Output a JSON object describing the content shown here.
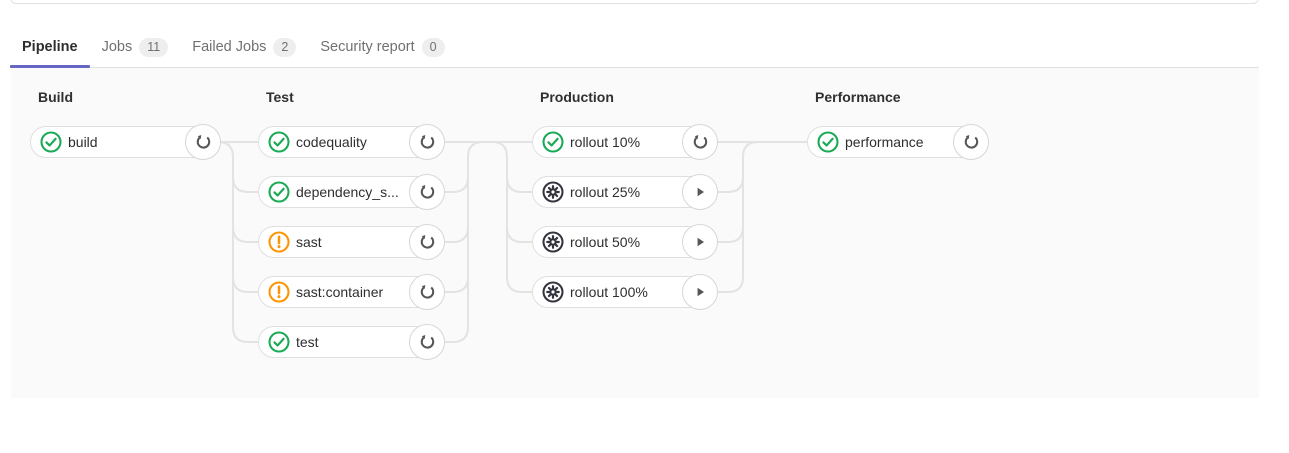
{
  "tabs": [
    {
      "label": "Pipeline",
      "badge": null,
      "active": true
    },
    {
      "label": "Jobs",
      "badge": "11",
      "active": false
    },
    {
      "label": "Failed Jobs",
      "badge": "2",
      "active": false
    },
    {
      "label": "Security report",
      "badge": "0",
      "active": false
    }
  ],
  "pipeline": {
    "stages": [
      {
        "name": "Build",
        "jobs": [
          {
            "name": "build",
            "status": "success",
            "action": "retry"
          }
        ]
      },
      {
        "name": "Test",
        "jobs": [
          {
            "name": "codequality",
            "status": "success",
            "action": "retry"
          },
          {
            "name": "dependency_s...",
            "status": "success",
            "action": "retry"
          },
          {
            "name": "sast",
            "status": "warning",
            "action": "retry"
          },
          {
            "name": "sast:container",
            "status": "warning",
            "action": "retry"
          },
          {
            "name": "test",
            "status": "success",
            "action": "retry"
          }
        ]
      },
      {
        "name": "Production",
        "jobs": [
          {
            "name": "rollout 10%",
            "status": "success",
            "action": "retry"
          },
          {
            "name": "rollout 25%",
            "status": "manual",
            "action": "play"
          },
          {
            "name": "rollout 50%",
            "status": "manual",
            "action": "play"
          },
          {
            "name": "rollout 100%",
            "status": "manual",
            "action": "play"
          }
        ]
      },
      {
        "name": "Performance",
        "jobs": [
          {
            "name": "performance",
            "status": "success",
            "action": "retry"
          }
        ]
      }
    ]
  },
  "colors": {
    "accent": "#6666c4",
    "success": "#1aaa55",
    "warning": "#fc9403",
    "icon_dark": "#565656"
  }
}
